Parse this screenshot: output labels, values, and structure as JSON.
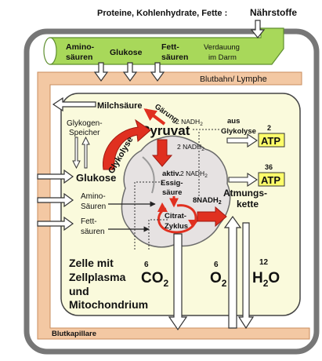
{
  "header": {
    "nutrients_prefix": "Proteine, Kohlenhydrate, Fette :",
    "nutrients_label": "Nährstoffe"
  },
  "gut": {
    "amino_line1": "Amino-",
    "amino_line2": "säuren",
    "glucose": "Glukose",
    "fat_line1": "Fett-",
    "fat_line2": "säuren",
    "digestion_line1": "Verdauung",
    "digestion_line2": "im Darm"
  },
  "bloodstream": {
    "label_part1": "Blutbahn/",
    "label_part2": "Lymphe"
  },
  "capillary": {
    "label": "Blutkapillare"
  },
  "cell": {
    "lactic_acid": "Milchsäure",
    "glycogen_line1": "Glykogen-",
    "glycogen_line2": "Speicher",
    "fermentation": "Gärung",
    "nadh2_top": "2 NADH",
    "nadh2_top_sub": "2",
    "pyruvate": "Pyruvat",
    "glycolysis": "Glykolyse",
    "glucose": "Glukose",
    "amino_line1": "Amino-",
    "amino_line2": "Säuren",
    "fat_line1": "Fett-",
    "fat_line2": "säuren",
    "from_glycolysis_line1": "aus",
    "from_glycolysis_line2": "Glykolyse",
    "atp_count_glycolysis": "2",
    "atp": "ATP",
    "atp_count_chain": "36",
    "caption_line1": "Zelle mit",
    "caption_line2": "Zellplasma",
    "caption_line3": "und",
    "caption_line4": "Mitochondrium"
  },
  "mitochondrion": {
    "nadh2_mid": "2 NADH",
    "nadh2_mid_sub": "2",
    "active_line1": "aktiv.",
    "active_line2": "Essig-",
    "active_line3": "säure",
    "nadh2_krebs": "2 NADH",
    "nadh2_krebs_sub": "2",
    "krebs_line1": "Citrat-",
    "krebs_line2": "Zyklus",
    "nadh8": "8NADH",
    "nadh8_sub": "2",
    "chain_line1": "Atmungs-",
    "chain_line2": "kette"
  },
  "outputs": {
    "co2_count": "6",
    "co2_main": "CO",
    "co2_sub": "2",
    "o2_count": "6",
    "o2_main": "O",
    "o2_sub": "2",
    "h2o_count": "12",
    "h2o_main1": "H",
    "h2o_sub": "2",
    "h2o_main2": "O"
  },
  "colors": {
    "gut": "#a8d85a",
    "blood": "#f3c8a3",
    "cell": "#fafadc",
    "mito": "#e6e2e2",
    "red": "#e03020",
    "frame": "#777777"
  }
}
